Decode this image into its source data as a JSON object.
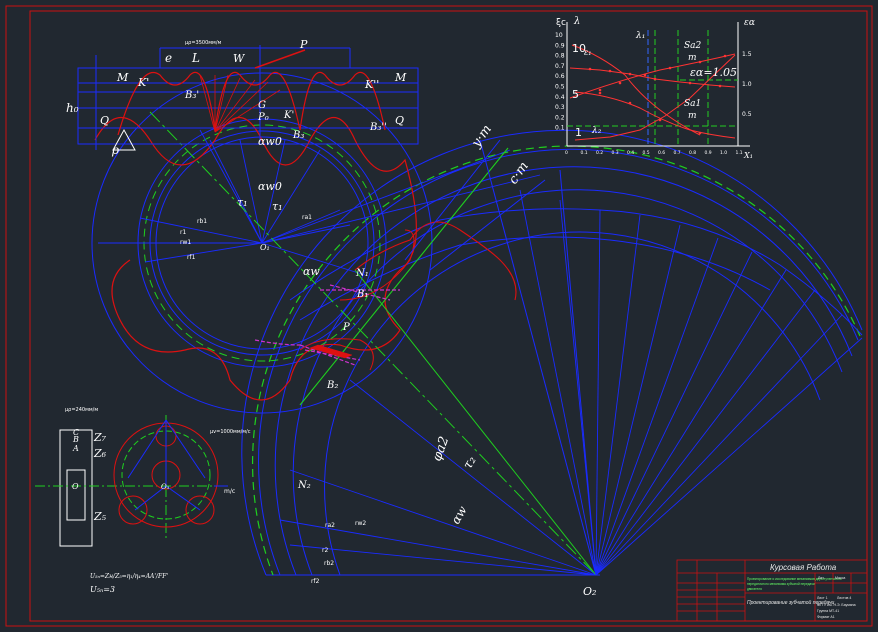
{
  "rack": {
    "scale": "μρ=3500мм/м",
    "labels": {
      "e": "e",
      "L": "L",
      "W": "W",
      "P": "P",
      "M_left": "M",
      "M_right": "M",
      "K_left": "K'",
      "K_right": "K''",
      "h0": "h₀",
      "Q_left": "Q",
      "Q_right": "Q",
      "rho": "ρ",
      "B3p": "B₃'",
      "B3pp": "B₃''",
      "G": "G",
      "P0": "P₀",
      "B3": "B₃",
      "K": "K'",
      "aw0": "αw0",
      "tau": "τ₁"
    }
  },
  "gear1": {
    "aw0": "αw0",
    "tau1_left": "τ₁",
    "tau1_right": "τ₁",
    "radii": [
      "rb1",
      "r1",
      "rw1",
      "ra1",
      "rf1"
    ],
    "centre": "O₁",
    "N1": "N₁",
    "B1": "B₁",
    "P": "P",
    "B2": "B₂",
    "alpha_w": "αw"
  },
  "gear2": {
    "centre": "O₂",
    "N2": "N₂",
    "phi_a2": "φa2",
    "tau2": "τ₂",
    "alpha_w": "αw",
    "radii": [
      "ra2",
      "rw2",
      "r2",
      "rb2",
      "rf2"
    ]
  },
  "axes_labels": {
    "y_m": "y·m",
    "c_m": "c·m"
  },
  "graph": {
    "y_label": "ξc",
    "lambda_label": "λ",
    "right_label": "εα",
    "x_label": "X₁",
    "left_ticks": [
      "10",
      "0.9",
      "0.8",
      "0.7",
      "0.6",
      "0.5",
      "0.4",
      "0.3",
      "0.2",
      "0.1"
    ],
    "left_big": [
      "10",
      "5",
      "1"
    ],
    "right_ticks": [
      "1.5",
      "1.0",
      "0.5"
    ],
    "x_ticks": [
      "0",
      "0.1",
      "0.2",
      "0.3",
      "0.4",
      "0.5",
      "0.6",
      "0.7",
      "0.8",
      "0.9",
      "1.0",
      "1.1"
    ],
    "annotations": {
      "sa2": "Sa2",
      "sa1": "Sa1",
      "m": "m",
      "eps": "εα=1.05",
      "lam1": "λ₁",
      "lam2": "λ₂",
      "eps_small": "ε₁"
    },
    "colors": {
      "axis": "#ffffff",
      "curve": "#ff3333",
      "green": "#22cc22",
      "blue": "#3366ff"
    }
  },
  "planetary": {
    "scale_left": "μρ=240мм/м",
    "scale_right": "μv=1000мм/м/с",
    "labels": [
      "C",
      "B",
      "A",
      "Z₇",
      "Z₆",
      "Z₅",
      "O",
      "O₁",
      "m/c"
    ],
    "formula1": "U₅ₙ=Zн/Z₅=η₁/η₄=AA'/FF'",
    "formula2": "U₅ₙ=3"
  },
  "title_block": {
    "course": "Курсовая Работа",
    "desc1": "Проектирование и исследование механизмов двухступенчатого",
    "desc2": "передаточного механизма зубчатой передачи",
    "desc3": "двигателя",
    "sheet_title": "Проектирование зубчатой передачи",
    "sheet": "Лист 1",
    "sheets": "Листов 4",
    "lit": "Лит.",
    "mass": "Масса",
    "scale": "Масштаб",
    "group": "МГТУ им. Н.Э. Баумана",
    "group2": "Группа МТ-41",
    "fmt": "Формат А1"
  },
  "colors": {
    "bg": "#212830",
    "frame": "#cc1111",
    "blue": "#1a2bff",
    "green": "#1fd01f",
    "red": "#dd1111",
    "magenta": "#cc33cc",
    "white": "#ffffff"
  }
}
